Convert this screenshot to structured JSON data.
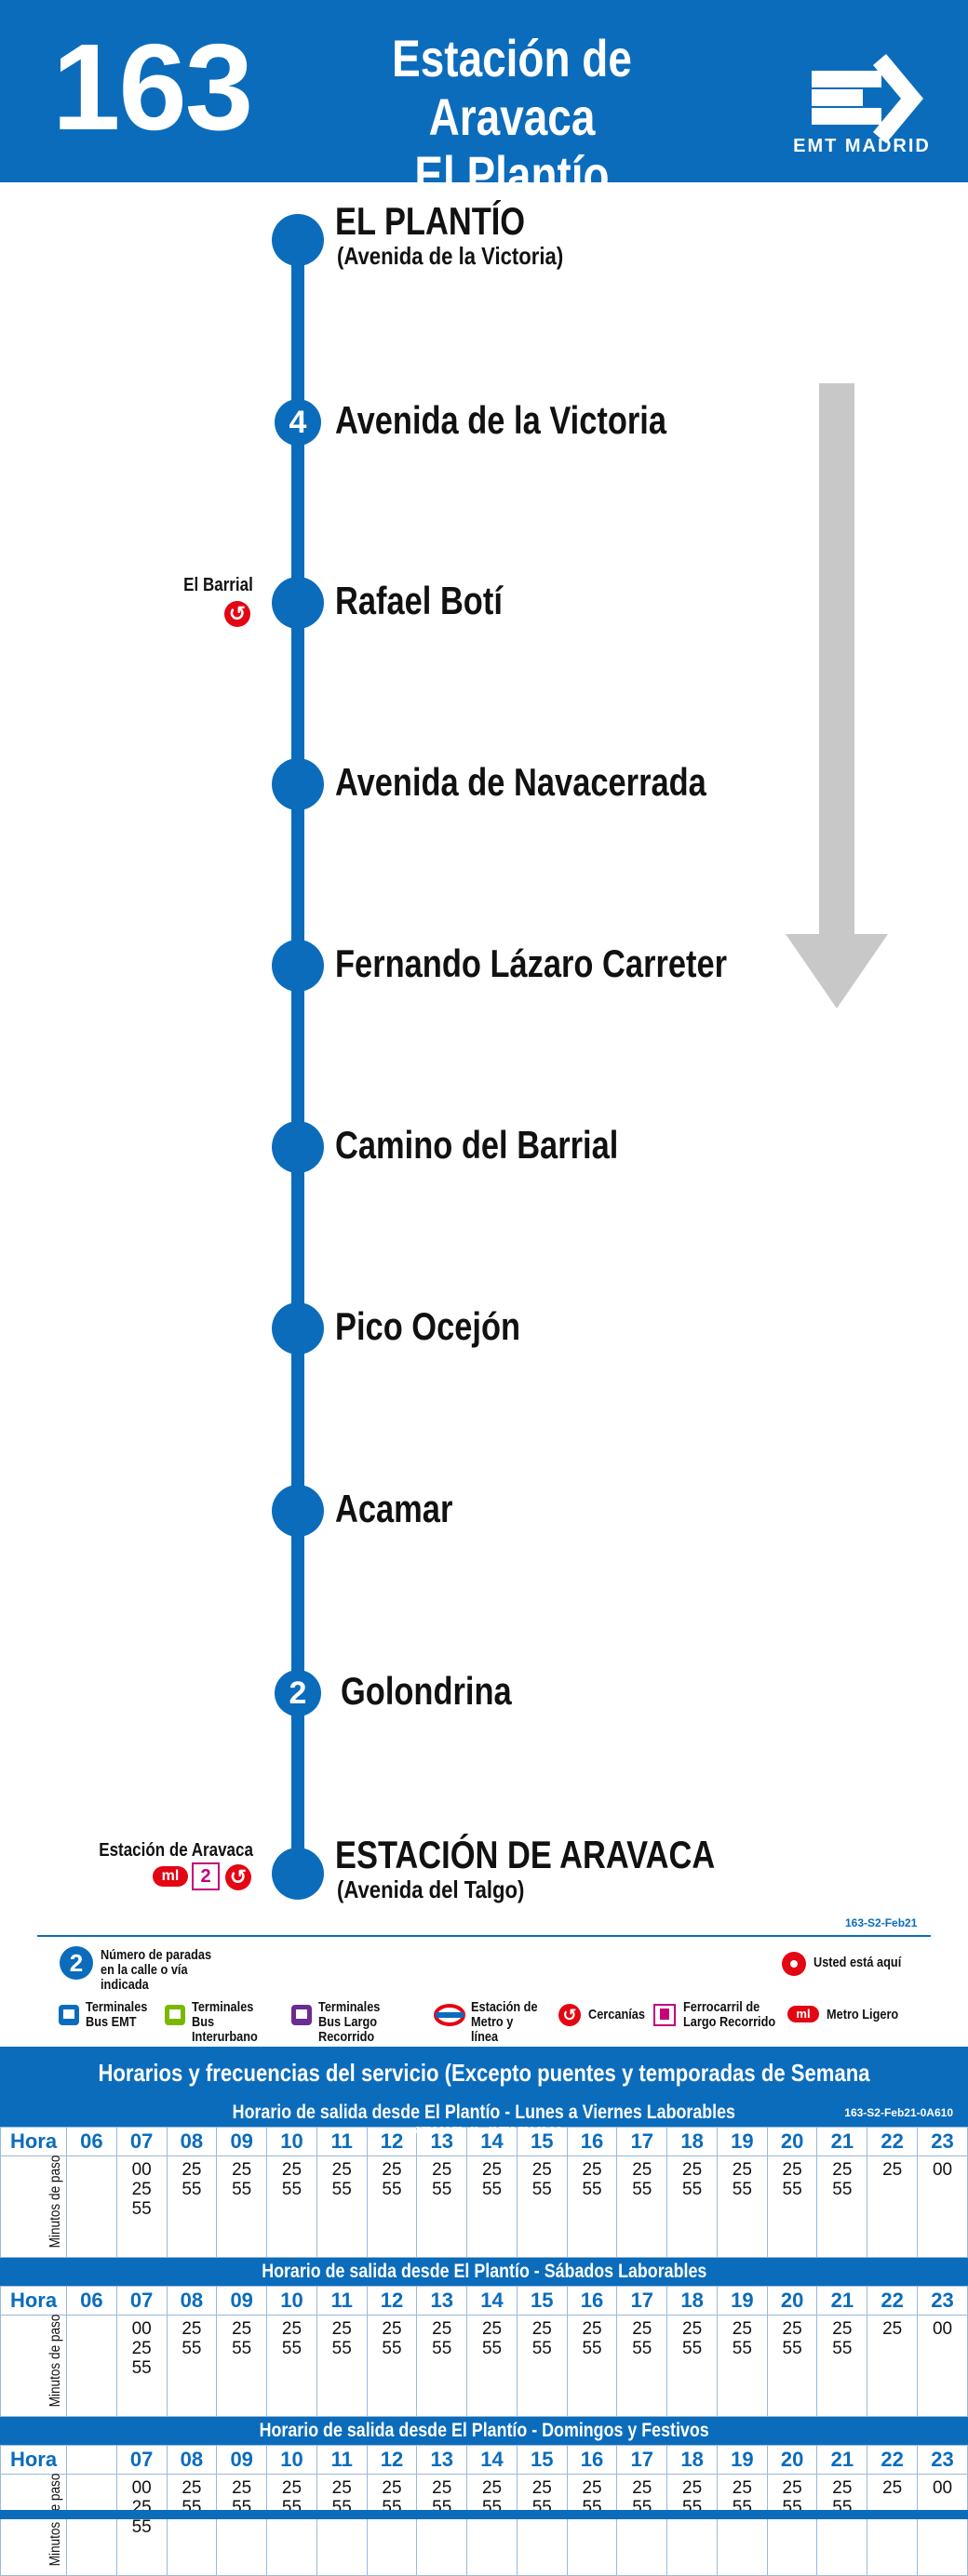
{
  "header": {
    "line_number": "163",
    "destination_line1": "Estación de Aravaca",
    "destination_line2": "El Plantío",
    "logo_text": "EMT MADRID"
  },
  "colors": {
    "brand_blue": "#0b6cbc",
    "red": "#e30613",
    "arrow_grey": "#c8c8c8"
  },
  "stops": [
    {
      "name": "EL PLANTÍO",
      "sub": "(Avenida de la Victoria)",
      "marker": ""
    },
    {
      "name": "Avenida de la Victoria",
      "sub": "",
      "marker": "4"
    },
    {
      "name": "Rafael Botí",
      "sub": "",
      "marker": ""
    },
    {
      "name": "Avenida de Navacerrada",
      "sub": "",
      "marker": ""
    },
    {
      "name": "Fernando Lázaro Carreter",
      "sub": "",
      "marker": ""
    },
    {
      "name": "Camino del Barrial",
      "sub": "",
      "marker": ""
    },
    {
      "name": "Pico Ocejón",
      "sub": "",
      "marker": ""
    },
    {
      "name": "Acamar",
      "sub": "",
      "marker": ""
    },
    {
      "name": "Golondrina",
      "sub": "",
      "marker": "2"
    },
    {
      "name": "ESTACIÓN DE ARAVACA",
      "sub": "(Avenida del Talgo)",
      "marker": ""
    }
  ],
  "connections": {
    "rafael": {
      "label": "El Barrial"
    },
    "aravaca": {
      "label": "Estación de Aravaca",
      "metro_ligero_line": "2"
    }
  },
  "route_code": "163-S2-Feb21",
  "legend": {
    "stops_number": "Número de paradas en la calle o vía indicada",
    "stops_number_icon": "2",
    "you_are_here": "Usted está aquí",
    "items": [
      {
        "icon": "bus-emt-terminal-icon",
        "label": "Terminales Bus EMT"
      },
      {
        "icon": "bus-interurban-terminal-icon",
        "label": "Terminales Bus Interurbano"
      },
      {
        "icon": "bus-long-distance-terminal-icon",
        "label": "Terminales Bus Largo Recorrido"
      },
      {
        "icon": "metro-icon",
        "label": "Estación de Metro y línea"
      },
      {
        "icon": "cercanias-icon",
        "label": "Cercanías"
      },
      {
        "icon": "long-distance-rail-icon",
        "label": "Ferrocarril de Largo Recorrido"
      },
      {
        "icon": "metro-ligero-icon",
        "label": "Metro Ligero"
      }
    ]
  },
  "timetable": {
    "title": "Horarios y frecuencias del servicio (Excepto puentes y temporadas de Semana Santa y Verano)",
    "code": "163-S2-Feb21-0A610",
    "row_label_hour": "Hora",
    "row_label_minutes": "Minutos de paso",
    "sections": [
      {
        "title": "Horario de salida desde El Plantío  - Lunes a Viernes Laborables",
        "hours": [
          "06",
          "07",
          "08",
          "09",
          "10",
          "11",
          "12",
          "13",
          "14",
          "15",
          "16",
          "17",
          "18",
          "19",
          "20",
          "21",
          "22",
          "23"
        ],
        "minutes": [
          "",
          "00\n25\n55",
          "25\n55",
          "25\n55",
          "25\n55",
          "25\n55",
          "25\n55",
          "25\n55",
          "25\n55",
          "25\n55",
          "25\n55",
          "25\n55",
          "25\n55",
          "25\n55",
          "25\n55",
          "25\n55",
          "25",
          "00"
        ]
      },
      {
        "title": "Horario de salida desde El Plantío  - Sábados Laborables",
        "hours": [
          "06",
          "07",
          "08",
          "09",
          "10",
          "11",
          "12",
          "13",
          "14",
          "15",
          "16",
          "17",
          "18",
          "19",
          "20",
          "21",
          "22",
          "23"
        ],
        "minutes": [
          "",
          "00\n25\n55",
          "25\n55",
          "25\n55",
          "25\n55",
          "25\n55",
          "25\n55",
          "25\n55",
          "25\n55",
          "25\n55",
          "25\n55",
          "25\n55",
          "25\n55",
          "25\n55",
          "25\n55",
          "25\n55",
          "25",
          "00"
        ]
      },
      {
        "title": "Horario de salida desde El Plantío - Domingos y Festivos",
        "hours": [
          "",
          "07",
          "08",
          "09",
          "10",
          "11",
          "12",
          "13",
          "14",
          "15",
          "16",
          "17",
          "18",
          "19",
          "20",
          "21",
          "22",
          "23"
        ],
        "minutes": [
          "",
          "00\n25\n55",
          "25\n55",
          "25\n55",
          "25\n55",
          "25\n55",
          "25\n55",
          "25\n55",
          "25\n55",
          "25\n55",
          "25\n55",
          "25\n55",
          "25\n55",
          "25\n55",
          "25\n55",
          "25\n55",
          "25",
          "00"
        ]
      }
    ]
  }
}
